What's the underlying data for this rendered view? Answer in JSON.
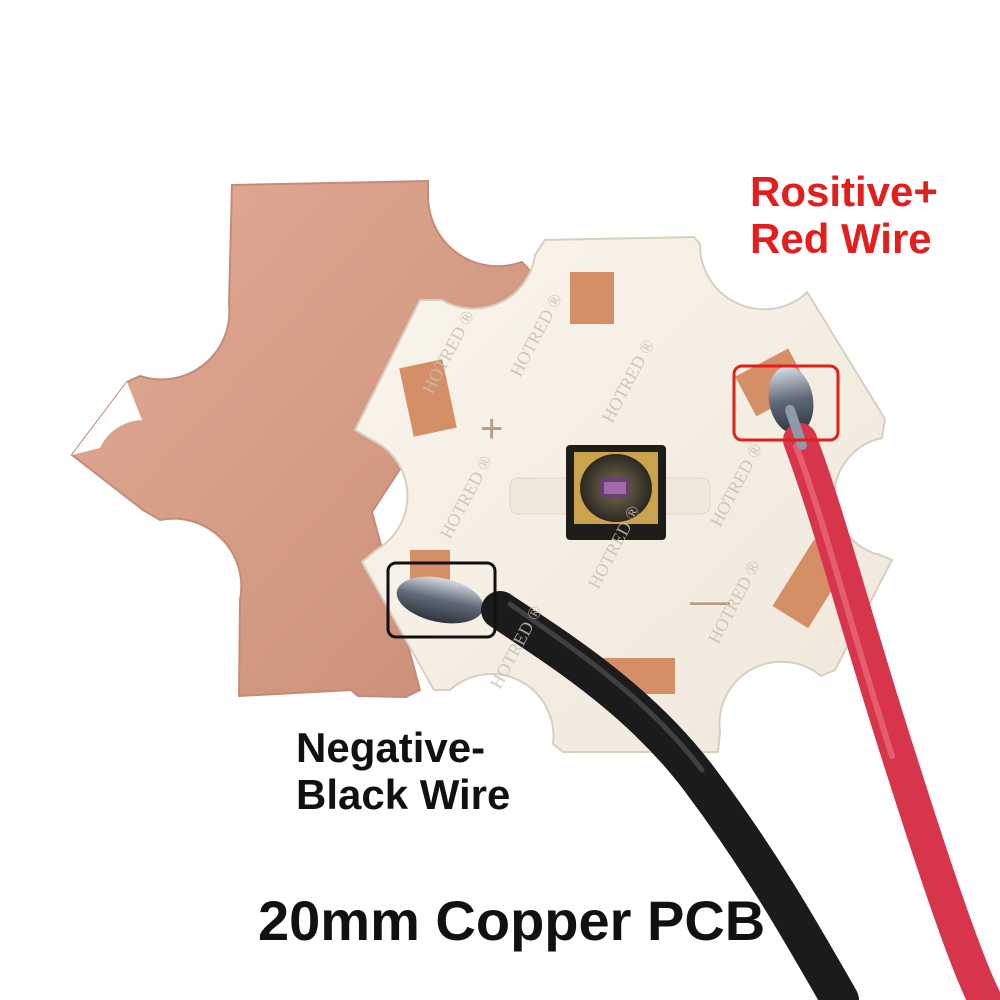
{
  "labels": {
    "positive_line1": "Rositive+",
    "positive_line2": "Red Wire",
    "negative_line1": "Negative-",
    "negative_line2": "Black Wire",
    "title": "20mm Copper PCB"
  },
  "board": {
    "plus_mark": "+",
    "minus_mark": "—",
    "watermark": "HOTRED ®"
  },
  "colors": {
    "copper": "#d9a28c",
    "board_white": "#f6f0e6",
    "pad": "#d48f67",
    "red_wire": "#d7354b",
    "black_wire": "#1b1b1b",
    "highlight_red": "#e41d1d",
    "highlight_black": "#111111"
  }
}
